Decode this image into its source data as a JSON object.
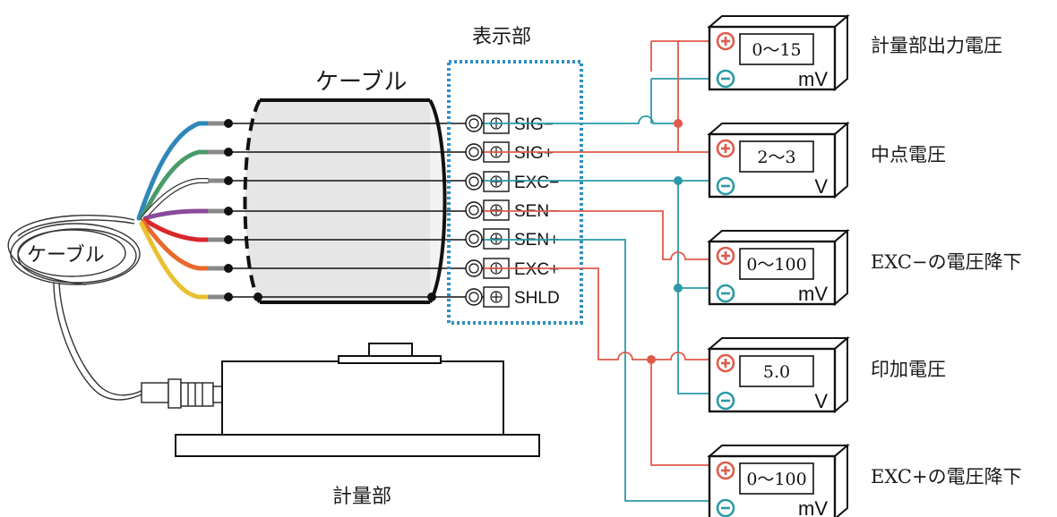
{
  "labels": {
    "display_section": "表示部",
    "cable_top": "ケーブル",
    "cable_coil": "ケーブル",
    "weighing_unit": "計量部"
  },
  "terminals": [
    "SIG−",
    "SIG+",
    "EXC−",
    "SEN−",
    "SEN+",
    "EXC+",
    "SHLD"
  ],
  "meters": [
    {
      "value": "0〜15",
      "unit": "mV",
      "caption": "計量部出力電圧"
    },
    {
      "value": "2〜3",
      "unit": "V",
      "caption": "中点電圧"
    },
    {
      "value": "0〜100",
      "unit": "mV",
      "caption": "EXC−の電圧降下"
    },
    {
      "value": "5.0",
      "unit": "V",
      "caption": "印加電圧"
    },
    {
      "value": "0〜100",
      "unit": "mV",
      "caption": "EXC+の電圧降下"
    }
  ],
  "colors": {
    "positive_wire": "#e05a4a",
    "negative_wire": "#2a9aa6",
    "terminal_box": "#2f8fc0",
    "wire_blue": "#2f86b8",
    "wire_green": "#4a9a6a",
    "wire_white": "#ffffff",
    "wire_purple": "#8a4a9a",
    "wire_red": "#d8262a",
    "wire_orange": "#e86a2a",
    "wire_yellow": "#e8c030"
  },
  "icons": {
    "plus": "plus-terminal-icon",
    "minus": "minus-terminal-icon",
    "screw": "screw-terminal-icon"
  }
}
